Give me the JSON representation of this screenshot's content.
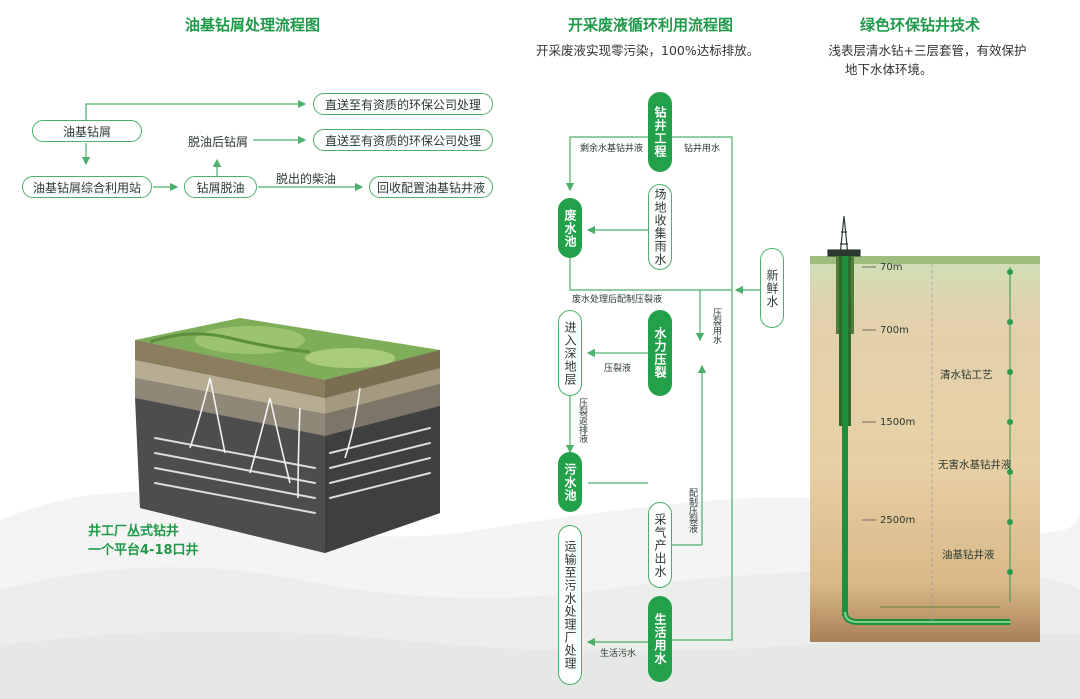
{
  "panel1": {
    "title": "油基钻屑处理流程图",
    "boxes": {
      "oil_cuttings": "油基钻屑",
      "direct1": "直送至有资质的环保公司处理",
      "direct2": "直送至有资质的环保公司处理",
      "station": "油基钻屑综合利用站",
      "deoil": "钻屑脱油",
      "recycle": "回收配置油基钻井液"
    },
    "labels": {
      "after": "脱油后钻屑",
      "diesel": "脱出的柴油"
    }
  },
  "panel2": {
    "title": "开采废液循环利用流程图",
    "subtitle": "开采废液实现零污染，100%达标排放。",
    "nodes": {
      "drilling": "钻井工程",
      "waste_pool": "废水池",
      "site_rain": "场地收集雨水",
      "fresh_water": "新鲜水",
      "frac": "水力压裂",
      "deep": "进入深地层",
      "sewage": "污水池",
      "gas_water": "采气产出水",
      "transport": "运输至污水处理厂处理",
      "domestic": "生活用水"
    },
    "labels": {
      "leftover": "剩余水基钻井液",
      "drill_water": "钻井用水",
      "after_treat": "废水处理后配制压裂液",
      "frac_water": "压裂用水",
      "frac_fluid": "压裂液",
      "flowback": "压裂返排液",
      "prep_frac": "配制压裂液",
      "domestic_sewage": "生活污水"
    }
  },
  "panel3": {
    "title": "绿色环保钻井技术",
    "subtitle_line1": "浅表层清水钻+三层套管，有效保护",
    "subtitle_line2": "地下水体环境。",
    "depths": [
      "70m",
      "700m",
      "1500m",
      "2500m"
    ],
    "zones": [
      "清水钻工艺",
      "无害水基钻井液",
      "油基钻井液"
    ]
  },
  "caption": {
    "line1": "井工厂丛式钻井",
    "line2": "一个平台4-18口井"
  }
}
